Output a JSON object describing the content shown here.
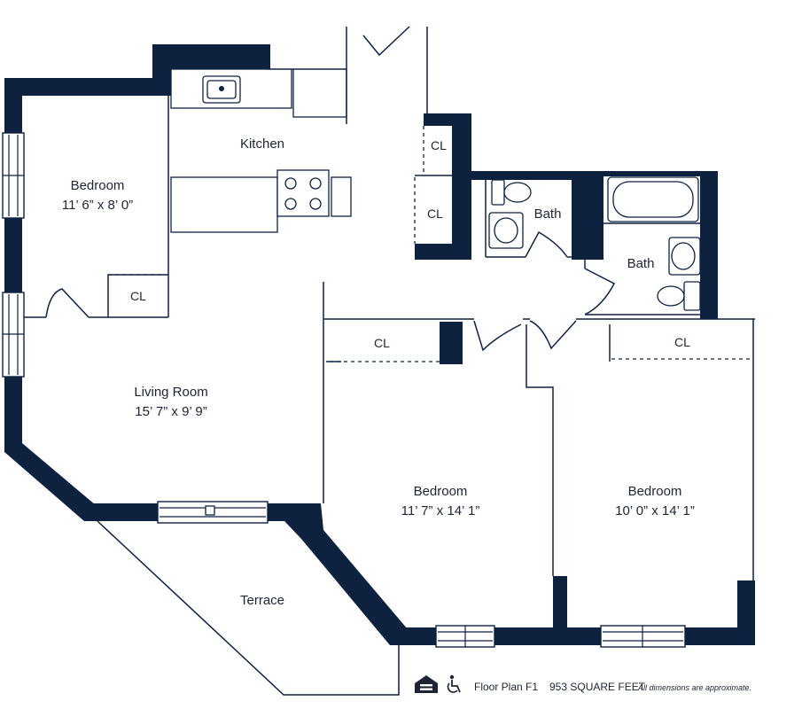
{
  "rooms": {
    "bedroom_1": {
      "name": "Bedroom",
      "dims": "11’ 6” x 8’ 0”"
    },
    "kitchen": {
      "name": "Kitchen"
    },
    "closet_kitchen_1": {
      "name": "CL"
    },
    "closet_kitchen_2": {
      "name": "CL"
    },
    "bath_1": {
      "name": "Bath"
    },
    "bath_2": {
      "name": "Bath"
    },
    "closet_bedroom_1": {
      "name": "CL"
    },
    "living_room": {
      "name": "Living Room",
      "dims": "15’ 7” x 9’ 9”"
    },
    "closet_bedroom_2": {
      "name": "CL"
    },
    "closet_bedroom_3": {
      "name": "CL"
    },
    "bedroom_2": {
      "name": "Bedroom",
      "dims": "11’ 7” x 14’ 1”"
    },
    "bedroom_3": {
      "name": "Bedroom",
      "dims": "10’ 0” x 14’ 1”"
    },
    "terrace": {
      "name": "Terrace"
    }
  },
  "footer": {
    "plan_label": "Floor Plan F1",
    "area": "953 SQUARE FEET",
    "note": "All dimensions are approximate.",
    "icons": [
      "equal-housing-icon",
      "accessibility-icon"
    ]
  },
  "colors": {
    "wall": "#0e2240",
    "text": "#1d2434",
    "background": "#ffffff"
  }
}
